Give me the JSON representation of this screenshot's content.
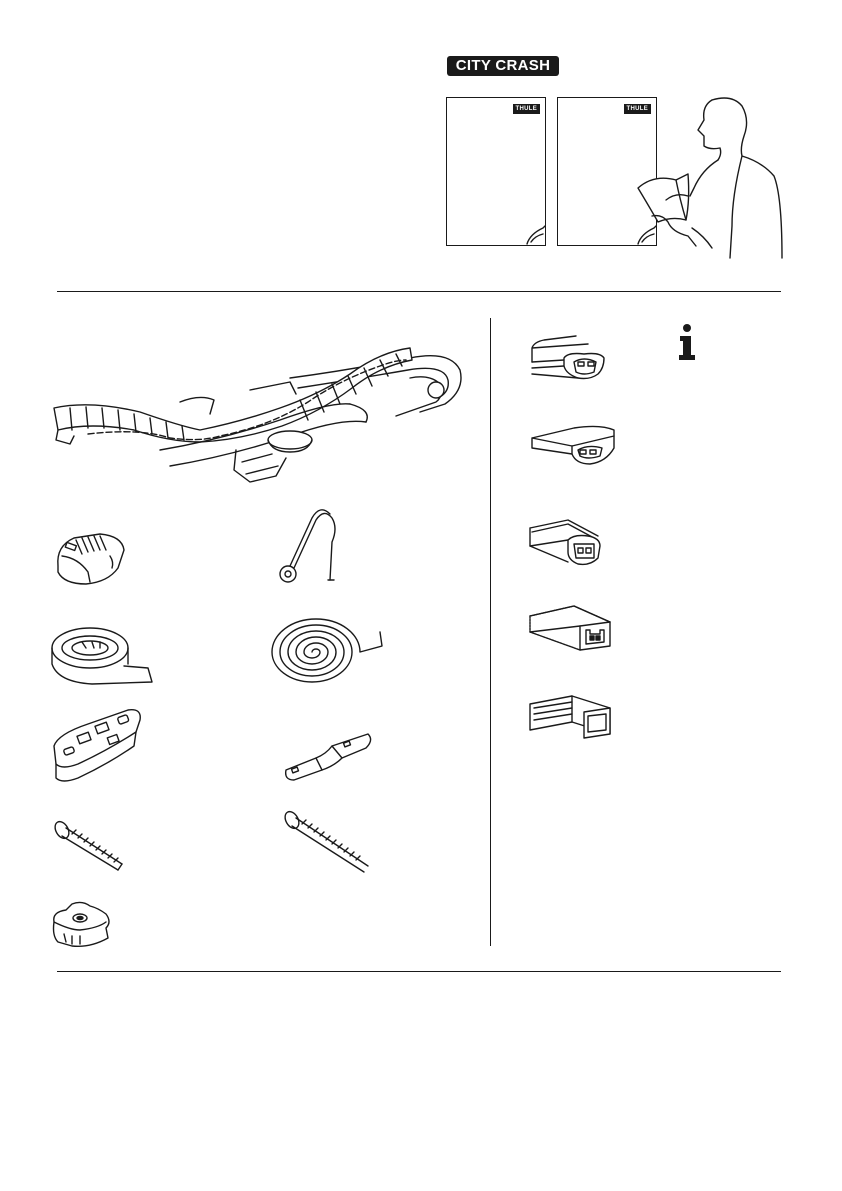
{
  "header": {
    "badge_label": "CITY CRASH"
  },
  "documents": [
    {
      "brand": "THULE"
    },
    {
      "brand": "THULE"
    }
  ],
  "info_icon": "info-icon",
  "parts_left": [
    {
      "icon": "carrier-cradle-icon"
    },
    {
      "icon": "end-cap-icon"
    },
    {
      "icon": "hook-icon"
    },
    {
      "icon": "strap-roll-icon"
    },
    {
      "icon": "coiled-strap-icon"
    },
    {
      "icon": "rubber-pad-icon"
    },
    {
      "icon": "bracket-plate-icon"
    },
    {
      "icon": "short-bolt-icon"
    },
    {
      "icon": "long-bolt-icon"
    },
    {
      "icon": "knob-icon"
    }
  ],
  "parts_right": [
    {
      "icon": "wingbar-profile-icon"
    },
    {
      "icon": "slimline-profile-icon"
    },
    {
      "icon": "progress-profile-icon"
    },
    {
      "icon": "t-track-profile-icon"
    },
    {
      "icon": "square-bar-icon"
    }
  ]
}
